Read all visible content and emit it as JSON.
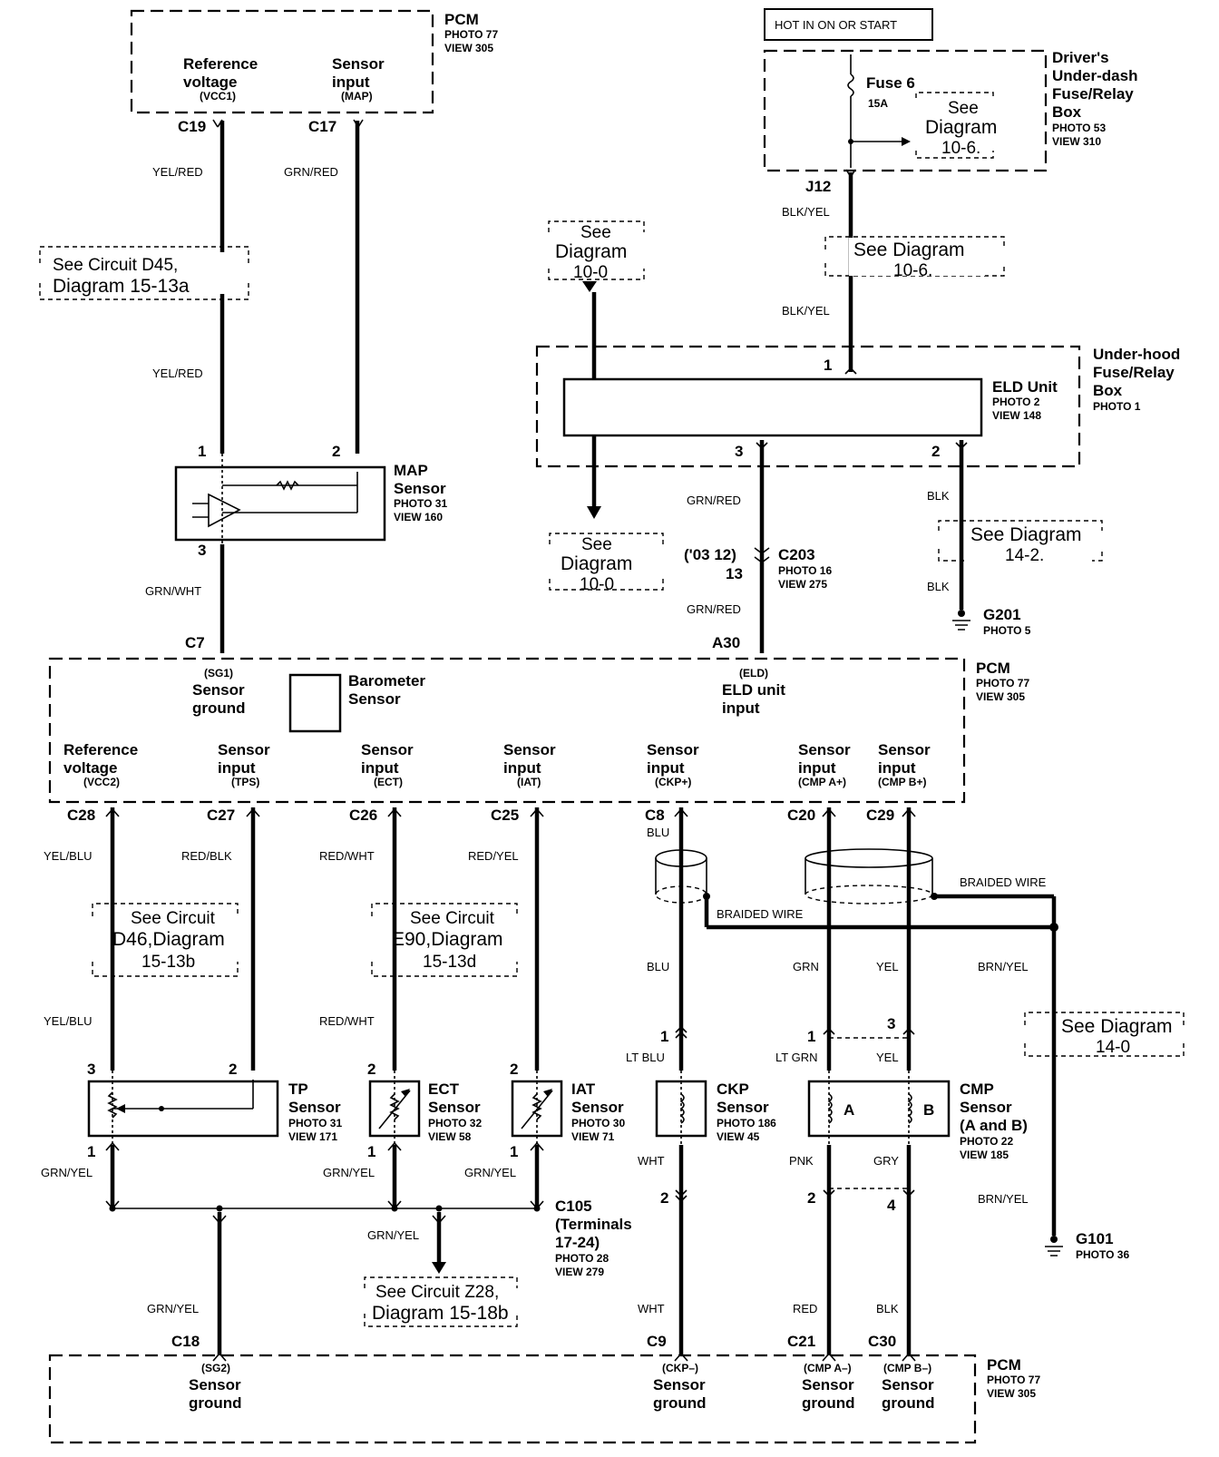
{
  "pcm_top": {
    "name": "PCM",
    "photo": "PHOTO 77",
    "view": "VIEW 305",
    "ref_l1": "Reference",
    "ref_l2": "voltage",
    "ref_sub": "(VCC1)",
    "sen_l1": "Sensor",
    "sen_l2": "input",
    "sen_sub": "(MAP)"
  },
  "hot_label": "HOT IN ON OR START",
  "fuse_box": {
    "l1": "Driver's",
    "l2": "Under-dash",
    "l3": "Fuse/Relay",
    "l4": "Box",
    "photo": "PHOTO 53",
    "view": "VIEW 310",
    "fuse": "Fuse 6",
    "amp": "15A",
    "see_l1": "See",
    "see_l2": "Diagram",
    "see_l3": "10-6."
  },
  "conn": {
    "c19": "C19",
    "c17": "C17",
    "j12": "J12",
    "c7": "C7",
    "a30": "A30",
    "c28": "C28",
    "c27": "C27",
    "c26": "C26",
    "c25": "C25",
    "c8": "C8",
    "c20": "C20",
    "c29": "C29",
    "c18": "C18",
    "c9": "C9",
    "c21": "C21",
    "c30": "C30"
  },
  "wires": {
    "yel_red": "YEL/RED",
    "grn_red": "GRN/RED",
    "blk_yel": "BLK/YEL",
    "grn_wht": "GRN/WHT",
    "blk": "BLK",
    "yel_blu": "YEL/BLU",
    "red_blk": "RED/BLK",
    "red_wht": "RED/WHT",
    "red_yel": "RED/YEL",
    "blu": "BLU",
    "braided": "BRAIDED WIRE",
    "grn": "GRN",
    "yel": "YEL",
    "brn_yel": "BRN/YEL",
    "lt_blu": "LT BLU",
    "lt_grn": "LT GRN",
    "grn_yel": "GRN/YEL",
    "wht": "WHT",
    "pnk": "PNK",
    "gry": "GRY",
    "red": "RED"
  },
  "refs": {
    "d45_l1": "See Circuit D45,",
    "d45_l2": "Diagram 15-13a",
    "d100a_l1": "See",
    "d100a_l2": "Diagram",
    "d100a_l3": "10-0",
    "d106_l1": "See Diagram",
    "d106_l2": "10-6.",
    "d142_l1": "See Diagram",
    "d142_l2": "14-2.",
    "d46_l1": "See Circuit",
    "d46_l2": "D46,Diagram",
    "d46_l3": "15-13b",
    "e90_l1": "See Circuit",
    "e90_l2": "E90,Diagram",
    "e90_l3": "15-13d",
    "d140_l1": "See Diagram",
    "d140_l2": "14-0",
    "z28_l1": "See Circuit Z28,",
    "z28_l2": "Diagram 15-18b"
  },
  "eld": {
    "name": "ELD Unit",
    "photo": "PHOTO 2",
    "view": "VIEW 148",
    "box_l1": "Under-hood",
    "box_l2": "Fuse/Relay",
    "box_l3": "Box",
    "box_photo": "PHOTO 1",
    "pin1": "1",
    "pin2": "2",
    "pin3": "3"
  },
  "map": {
    "l1": "MAP",
    "l2": "Sensor",
    "photo": "PHOTO 31",
    "view": "VIEW 160",
    "pin1": "1",
    "pin2": "2",
    "pin3": "3"
  },
  "c203": {
    "year": "('03 12)",
    "pin": "13",
    "name": "C203",
    "photo": "PHOTO 16",
    "view": "VIEW 275"
  },
  "g201": {
    "name": "G201",
    "photo": "PHOTO 5"
  },
  "pcm_mid": {
    "name": "PCM",
    "photo": "PHOTO 77",
    "view": "VIEW 305",
    "sg1_sub": "(SG1)",
    "sg1_l1": "Sensor",
    "sg1_l2": "ground",
    "baro_l1": "Barometer",
    "baro_l2": "Sensor",
    "eld_sub": "(ELD)",
    "eld_l1": "ELD unit",
    "eld_l2": "input",
    "ref_l1": "Reference",
    "ref_l2": "voltage",
    "ref_sub": "(VCC2)",
    "s_l1": "Sensor",
    "s_l2": "input",
    "tps_sub": "(TPS)",
    "ect_sub": "(ECT)",
    "iat_sub": "(IAT)",
    "ckp_sub": "(CKP+)",
    "cmpa_sub": "(CMP A+)",
    "cmpb_sub": "(CMP B+)"
  },
  "tp": {
    "l1": "TP",
    "l2": "Sensor",
    "photo": "PHOTO 31",
    "view": "VIEW 171",
    "p3": "3",
    "p2": "2",
    "p1": "1"
  },
  "ect": {
    "l1": "ECT",
    "l2": "Sensor",
    "photo": "PHOTO 32",
    "view": "VIEW 58",
    "p2": "2",
    "p1": "1"
  },
  "iat": {
    "l1": "IAT",
    "l2": "Sensor",
    "photo": "PHOTO 30",
    "view": "VIEW 71",
    "p2": "2",
    "p1": "1"
  },
  "ckp": {
    "l1": "CKP",
    "l2": "Sensor",
    "photo": "PHOTO 186",
    "view": "VIEW 45",
    "p1": "1",
    "p2": "2"
  },
  "cmp": {
    "l1": "CMP",
    "l2": "Sensor",
    "l3": "(A and B)",
    "photo": "PHOTO 22",
    "view": "VIEW 185",
    "a": "A",
    "b": "B",
    "p1": "1",
    "p3": "3",
    "p2": "2",
    "p4": "4"
  },
  "c105": {
    "name": "C105",
    "l2": "(Terminals",
    "l3": "17-24)",
    "photo": "PHOTO 28",
    "view": "VIEW 279"
  },
  "g101": {
    "name": "G101",
    "photo": "PHOTO 36"
  },
  "pcm_bot": {
    "name": "PCM",
    "photo": "PHOTO 77",
    "view": "VIEW 305",
    "sg2_sub": "(SG2)",
    "ckpm_sub": "(CKP–)",
    "cmpam_sub": "(CMP A–)",
    "cmpbm_sub": "(CMP B–)",
    "l1": "Sensor",
    "l2": "ground"
  }
}
